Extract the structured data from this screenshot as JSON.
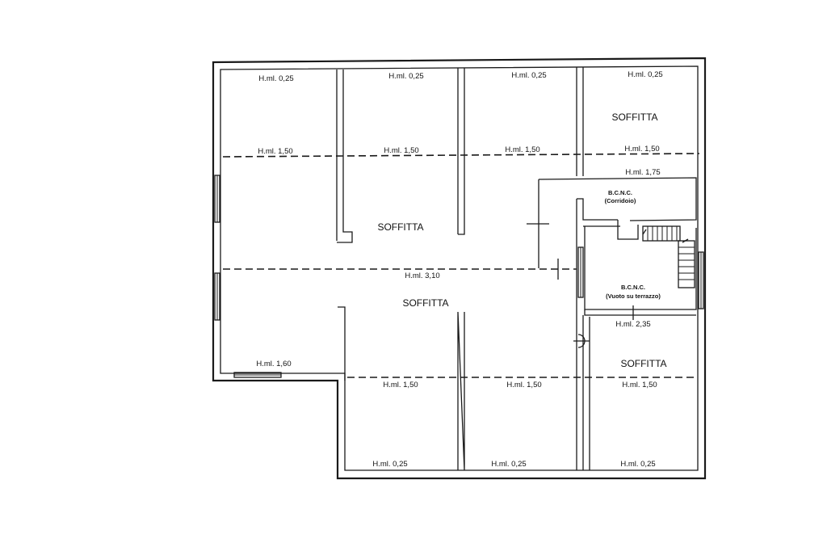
{
  "heights": {
    "top_1": "H.ml. 0,25",
    "top_2": "H.ml. 0,25",
    "top_3": "H.ml. 0,25",
    "top_4": "H.ml. 0,25",
    "upper_1": "H.ml. 1,50",
    "upper_2": "H.ml. 1,50",
    "upper_3": "H.ml. 1,50",
    "upper_4": "H.ml. 1,50",
    "corridor": "H.ml. 1,75",
    "center": "H.ml. 3,10",
    "left_lower": "H.ml. 1,60",
    "terrace": "H.ml. 2,35",
    "lower_1": "H.ml. 1,50",
    "lower_2": "H.ml. 1,50",
    "lower_3": "H.ml. 1,50",
    "bottom_1": "H.ml. 0,25",
    "bottom_2": "H.ml. 0,25",
    "bottom_3": "H.ml. 0,25"
  },
  "rooms": {
    "soffitta_top_right": "SOFFITTA",
    "soffitta_center_upper": "SOFFITTA",
    "soffitta_center_lower": "SOFFITTA",
    "soffitta_bottom_right": "SOFFITTA",
    "bcnc_corridoio_title": "B.C.N.C.",
    "bcnc_corridoio_sub": "(Corridoio)",
    "bcnc_vuoto_title": "B.C.N.C.",
    "bcnc_vuoto_sub": "(Vuoto su terrazzo)"
  }
}
